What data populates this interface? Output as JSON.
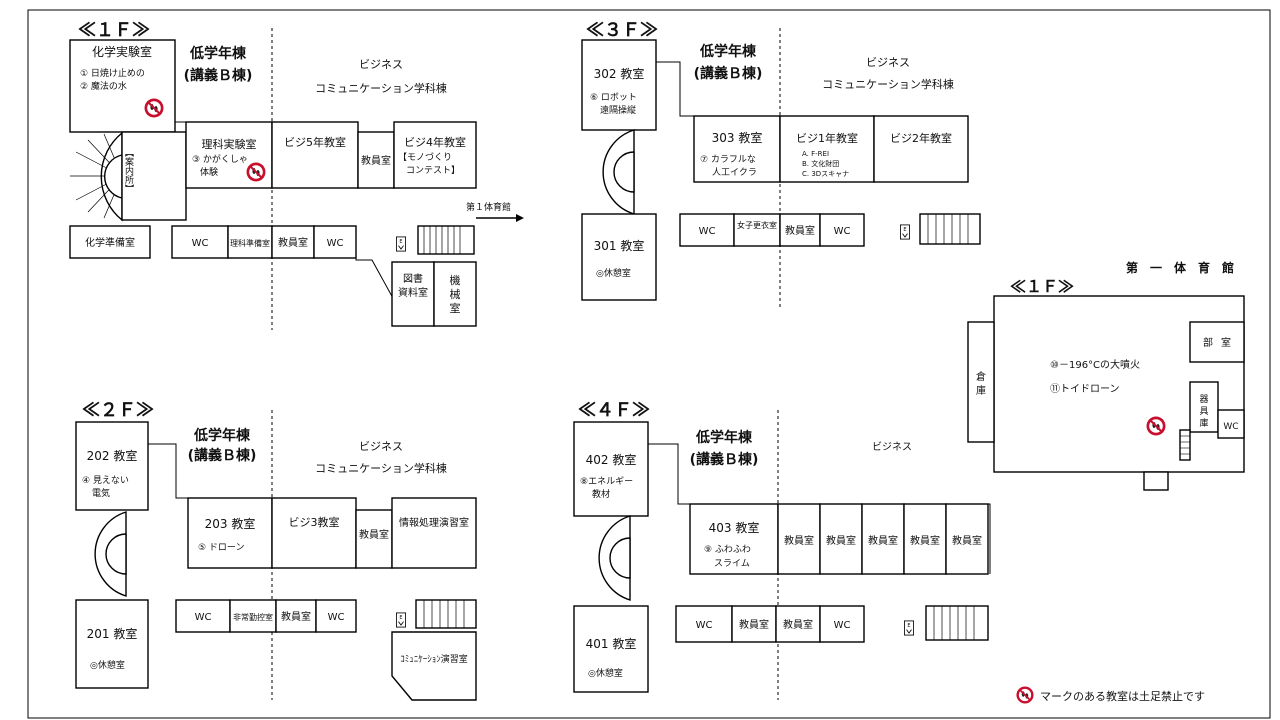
{
  "colors": {
    "line": "#000000",
    "no_shoes": "#c8102e"
  },
  "icons": {
    "no_shoes": "no-shoes-icon",
    "elevator": "elevator-icon",
    "arrow": "arrow-right-icon"
  },
  "f1": {
    "header": "≪１Ｆ≫",
    "chem_lab": "化学実験室",
    "chem_lab_note1": "① 日焼け止めの",
    "chem_lab_note2": "② 魔法の水",
    "low_grade1": "低学年棟",
    "low_grade2": "(講義Ｂ棟)",
    "biz1": "ビジネス",
    "biz2": "コミュニケーション学科棟",
    "sci_lab": "理科実験室",
    "sci_note1": "③ かがくしゃ",
    "sci_note2": "体験",
    "biji5": "ビジ5年教室",
    "staff": "教員室",
    "biji4": "ビジ4年教室",
    "monozukuri1": "【モノづくり",
    "monozukuri2": "コンテスト】",
    "info": "【案内所】",
    "gym_link": "第１体育館",
    "chem_prep": "化学準備室",
    "wc1": "WC",
    "sci_prep": "理科準備室",
    "staff2": "教員室",
    "wc2": "WC",
    "library1": "図書",
    "library2": "資料室",
    "machine1": "機",
    "machine2": "械",
    "machine3": "室",
    "ev": "EV"
  },
  "f2": {
    "header": "≪２Ｆ≫",
    "r202": "202 教室",
    "r202_note1": "④ 見えない",
    "r202_note2": "電気",
    "low_grade1": "低学年棟",
    "low_grade2": "(講義Ｂ棟)",
    "biz1": "ビジネス",
    "biz2": "コミュニケーション学科棟",
    "r203": "203 教室",
    "r203_note": "⑤ ドローン",
    "biji3": "ビジ3教室",
    "staff": "教員室",
    "info_proc": "情報処理演習室",
    "r201": "201 教室",
    "r201_note": "◎休憩室",
    "wc1": "WC",
    "nurse": "非常勤控室",
    "staff2": "教員室",
    "wc2": "WC",
    "comm_lab": "ｺﾐｭﾆｹｰｼｮﾝ演習室",
    "ev": "EV"
  },
  "f3": {
    "header": "≪３Ｆ≫",
    "r302": "302 教室",
    "r302_note1": "⑥ ロボット",
    "r302_note2": "遠隔操縦",
    "low_grade1": "低学年棟",
    "low_grade2": "(講義Ｂ棟)",
    "biz1": "ビジネス",
    "biz2": "コミュニケーション学科棟",
    "r303": "303 教室",
    "r303_note1": "⑦ カラフルな",
    "r303_note2": "人工イクラ",
    "biji1": "ビジ1年教室",
    "biji1_a": "A. F-REI",
    "biji1_b": "B. 文化財団",
    "biji1_c": "C. 3Dスキャナ",
    "biji2": "ビジ2年教室",
    "r301": "301 教室",
    "r301_note": "◎休憩室",
    "wc1": "WC",
    "girls": "女子更衣室",
    "staff": "教員室",
    "wc2": "WC",
    "ev": "EV"
  },
  "f4": {
    "header": "≪４Ｆ≫",
    "r402": "402 教室",
    "r402_note1": "⑧エネルギー",
    "r402_note2": "教材",
    "low_grade1": "低学年棟",
    "low_grade2": "(講義Ｂ棟)",
    "biz1": "ビジネス",
    "r403": "403 教室",
    "r403_note1": "⑨ ふわふわ",
    "r403_note2": "スライム",
    "staff_a": "教員室",
    "staff_b": "教員室",
    "staff_c": "教員室",
    "staff_d": "教員室",
    "staff_e": "教員室",
    "r401": "401 教室",
    "r401_note": "◎休憩室",
    "wc1": "WC",
    "staff2": "教員室",
    "staff3": "教員室",
    "wc2": "WC",
    "ev": "EV"
  },
  "gym": {
    "title": "第　一　体　育　館",
    "header": "≪１Ｆ≫",
    "event1": "⑩－196°Cの大噴火",
    "event2": "⑪トイドローン",
    "storage1": "倉",
    "storage2": "庫",
    "club1": "部",
    "club2": "室",
    "equip1": "器",
    "equip2": "具",
    "equip3": "庫",
    "wc": "WC"
  },
  "legend": "マークのある教室は土足禁止です"
}
